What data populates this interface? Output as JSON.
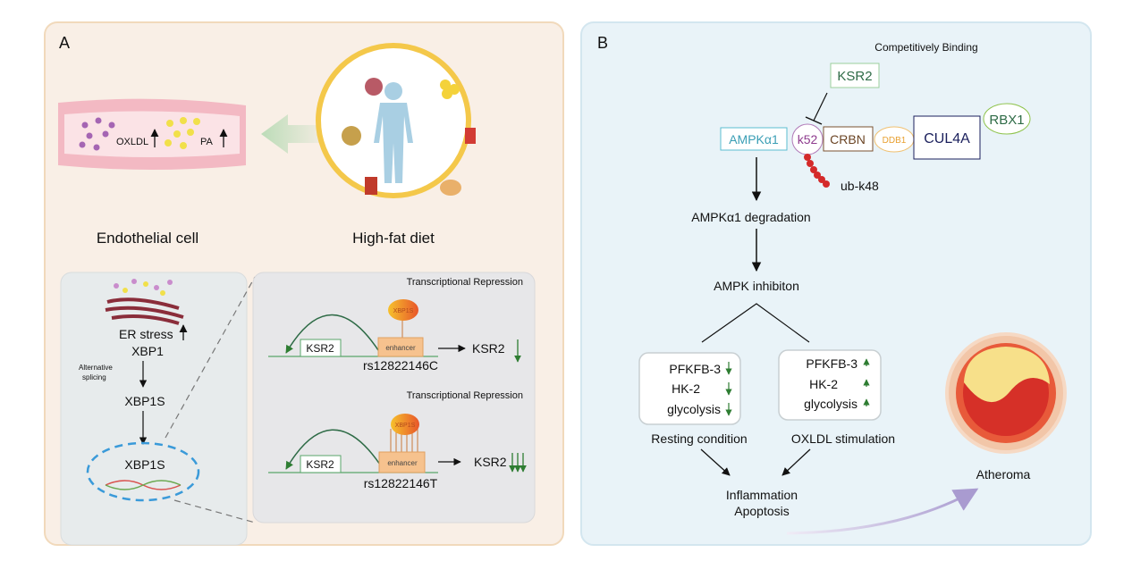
{
  "panel_a": {
    "label": "A",
    "vessel": {
      "oxldl": "OXLDL",
      "pa": "PA"
    },
    "endothelial_label": "Endothelial cell",
    "diet_label": "High-fat diet",
    "cell": {
      "er_stress": "ER stress",
      "xbp1": "XBP1",
      "alt_splicing_1": "Alternative",
      "alt_splicing_2": "splicing",
      "xbp1s": "XBP1S",
      "nucleus_xbp1s": "XBP1S"
    },
    "repression_top": {
      "title": "Transcriptional Repression",
      "factor": "XBP1S",
      "gene": "KSR2",
      "enhancer": "enhancer",
      "snp": "rs12822146C",
      "output": "KSR2"
    },
    "repression_bottom": {
      "title": "Transcriptional Repression",
      "factor": "XBP1S",
      "gene": "KSR2",
      "enhancer": "enhancer",
      "snp": "rs12822146T",
      "output": "KSR2"
    }
  },
  "panel_b": {
    "label": "B",
    "competitive_binding": "Competitively Binding",
    "complex": {
      "ksr2": "KSR2",
      "ampk": "AMPKα1",
      "k52": "k52",
      "crbn": "CRBN",
      "ddb1": "DDB1",
      "cul4a": "CUL4A",
      "rbx1": "RBX1",
      "ub": "ub-k48"
    },
    "degradation": "AMPKα1 degradation",
    "inhibition": "AMPK inhibiton",
    "resting": {
      "items": [
        "PFKFB-3",
        "HK-2",
        "glycolysis"
      ],
      "caption": "Resting condition"
    },
    "oxldl": {
      "items": [
        "PFKFB-3",
        "HK-2",
        "glycolysis"
      ],
      "caption": "OXLDL stimulation"
    },
    "outcome_1": "Inflammation",
    "outcome_2": "Apoptosis",
    "atheroma": "Atheroma"
  },
  "colors": {
    "panel_a_bg": "#f9efe6",
    "panel_b_bg": "#e9f3f8",
    "down_arrow": "#2e7d32",
    "k52": "#8e3b8e",
    "ampk": "#4bb3c8",
    "cul4a": "#1a1f5c"
  }
}
